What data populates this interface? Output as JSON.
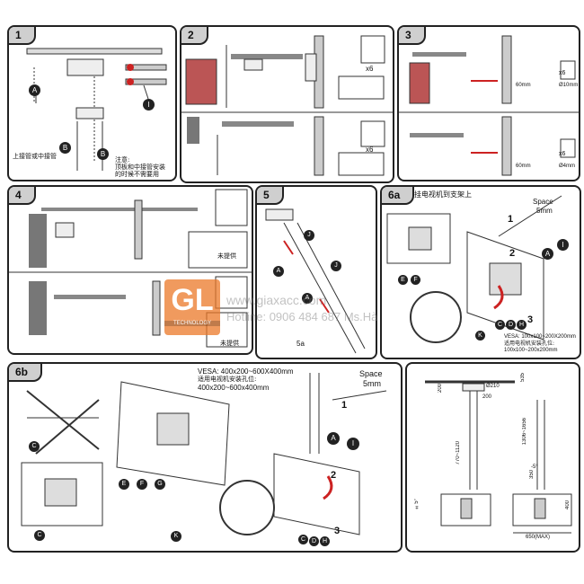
{
  "watermark": {
    "logo": "GL",
    "tech": "TECHNOLOGY",
    "site": "www.giaxacc.com",
    "hotline": "Hotline: 0906 484 687 Ms.Hà"
  },
  "steps": {
    "s1": "1",
    "s2": "2",
    "s3": "3",
    "s4": "4",
    "s5": "5",
    "s6a": "6a",
    "s6b": "6b"
  },
  "p1": {
    "note_left": "上接管或中接管",
    "note_right1": "注意:",
    "note_right2": "顶板和中接管安装",
    "note_right3": "的时候不需要用"
  },
  "p2": {
    "x6a": "x6",
    "x6b": "x6"
  },
  "p3": {
    "dim1": "60mm",
    "dim2": "Ø10mm",
    "dim3": "60mm",
    "dim4": "Ø4mm",
    "x6a": "x6",
    "x6b": "x6"
  },
  "p4": {
    "not_provided1": "未提供",
    "not_provided2": "未提供"
  },
  "p5": {
    "sub": "5a"
  },
  "p6a": {
    "title": "挂电视机到支架上",
    "space1": "Space",
    "space2": "5mm",
    "vesa1": "VESA: 100x100~200X200mm",
    "vesa2": "适用电视机安装孔位:",
    "vesa3": "100x100~200x200mm"
  },
  "p6b": {
    "vesa1": "VESA: 400x200~600X400mm",
    "vesa2": "适用电视机安装孔位:",
    "vesa3": "400x200~600x400mm",
    "space1": "Space",
    "space2": "5mm"
  },
  "dims": {
    "d210": "Ø210",
    "d535": "535",
    "d200a": "200",
    "d200b": "200",
    "d1306": "1306~1656",
    "d770": "770~1120",
    "d350": "350",
    "d400": "400",
    "d650": "650(MAX)",
    "ang1": "±5°",
    "ang2": "-5°"
  },
  "markers": {
    "A": "A",
    "B": "B",
    "C": "C",
    "D": "D",
    "E": "E",
    "F": "F",
    "G": "G",
    "H": "H",
    "I": "I",
    "J": "J",
    "K": "K",
    "n1": "1",
    "n2": "2",
    "n3": "3"
  }
}
